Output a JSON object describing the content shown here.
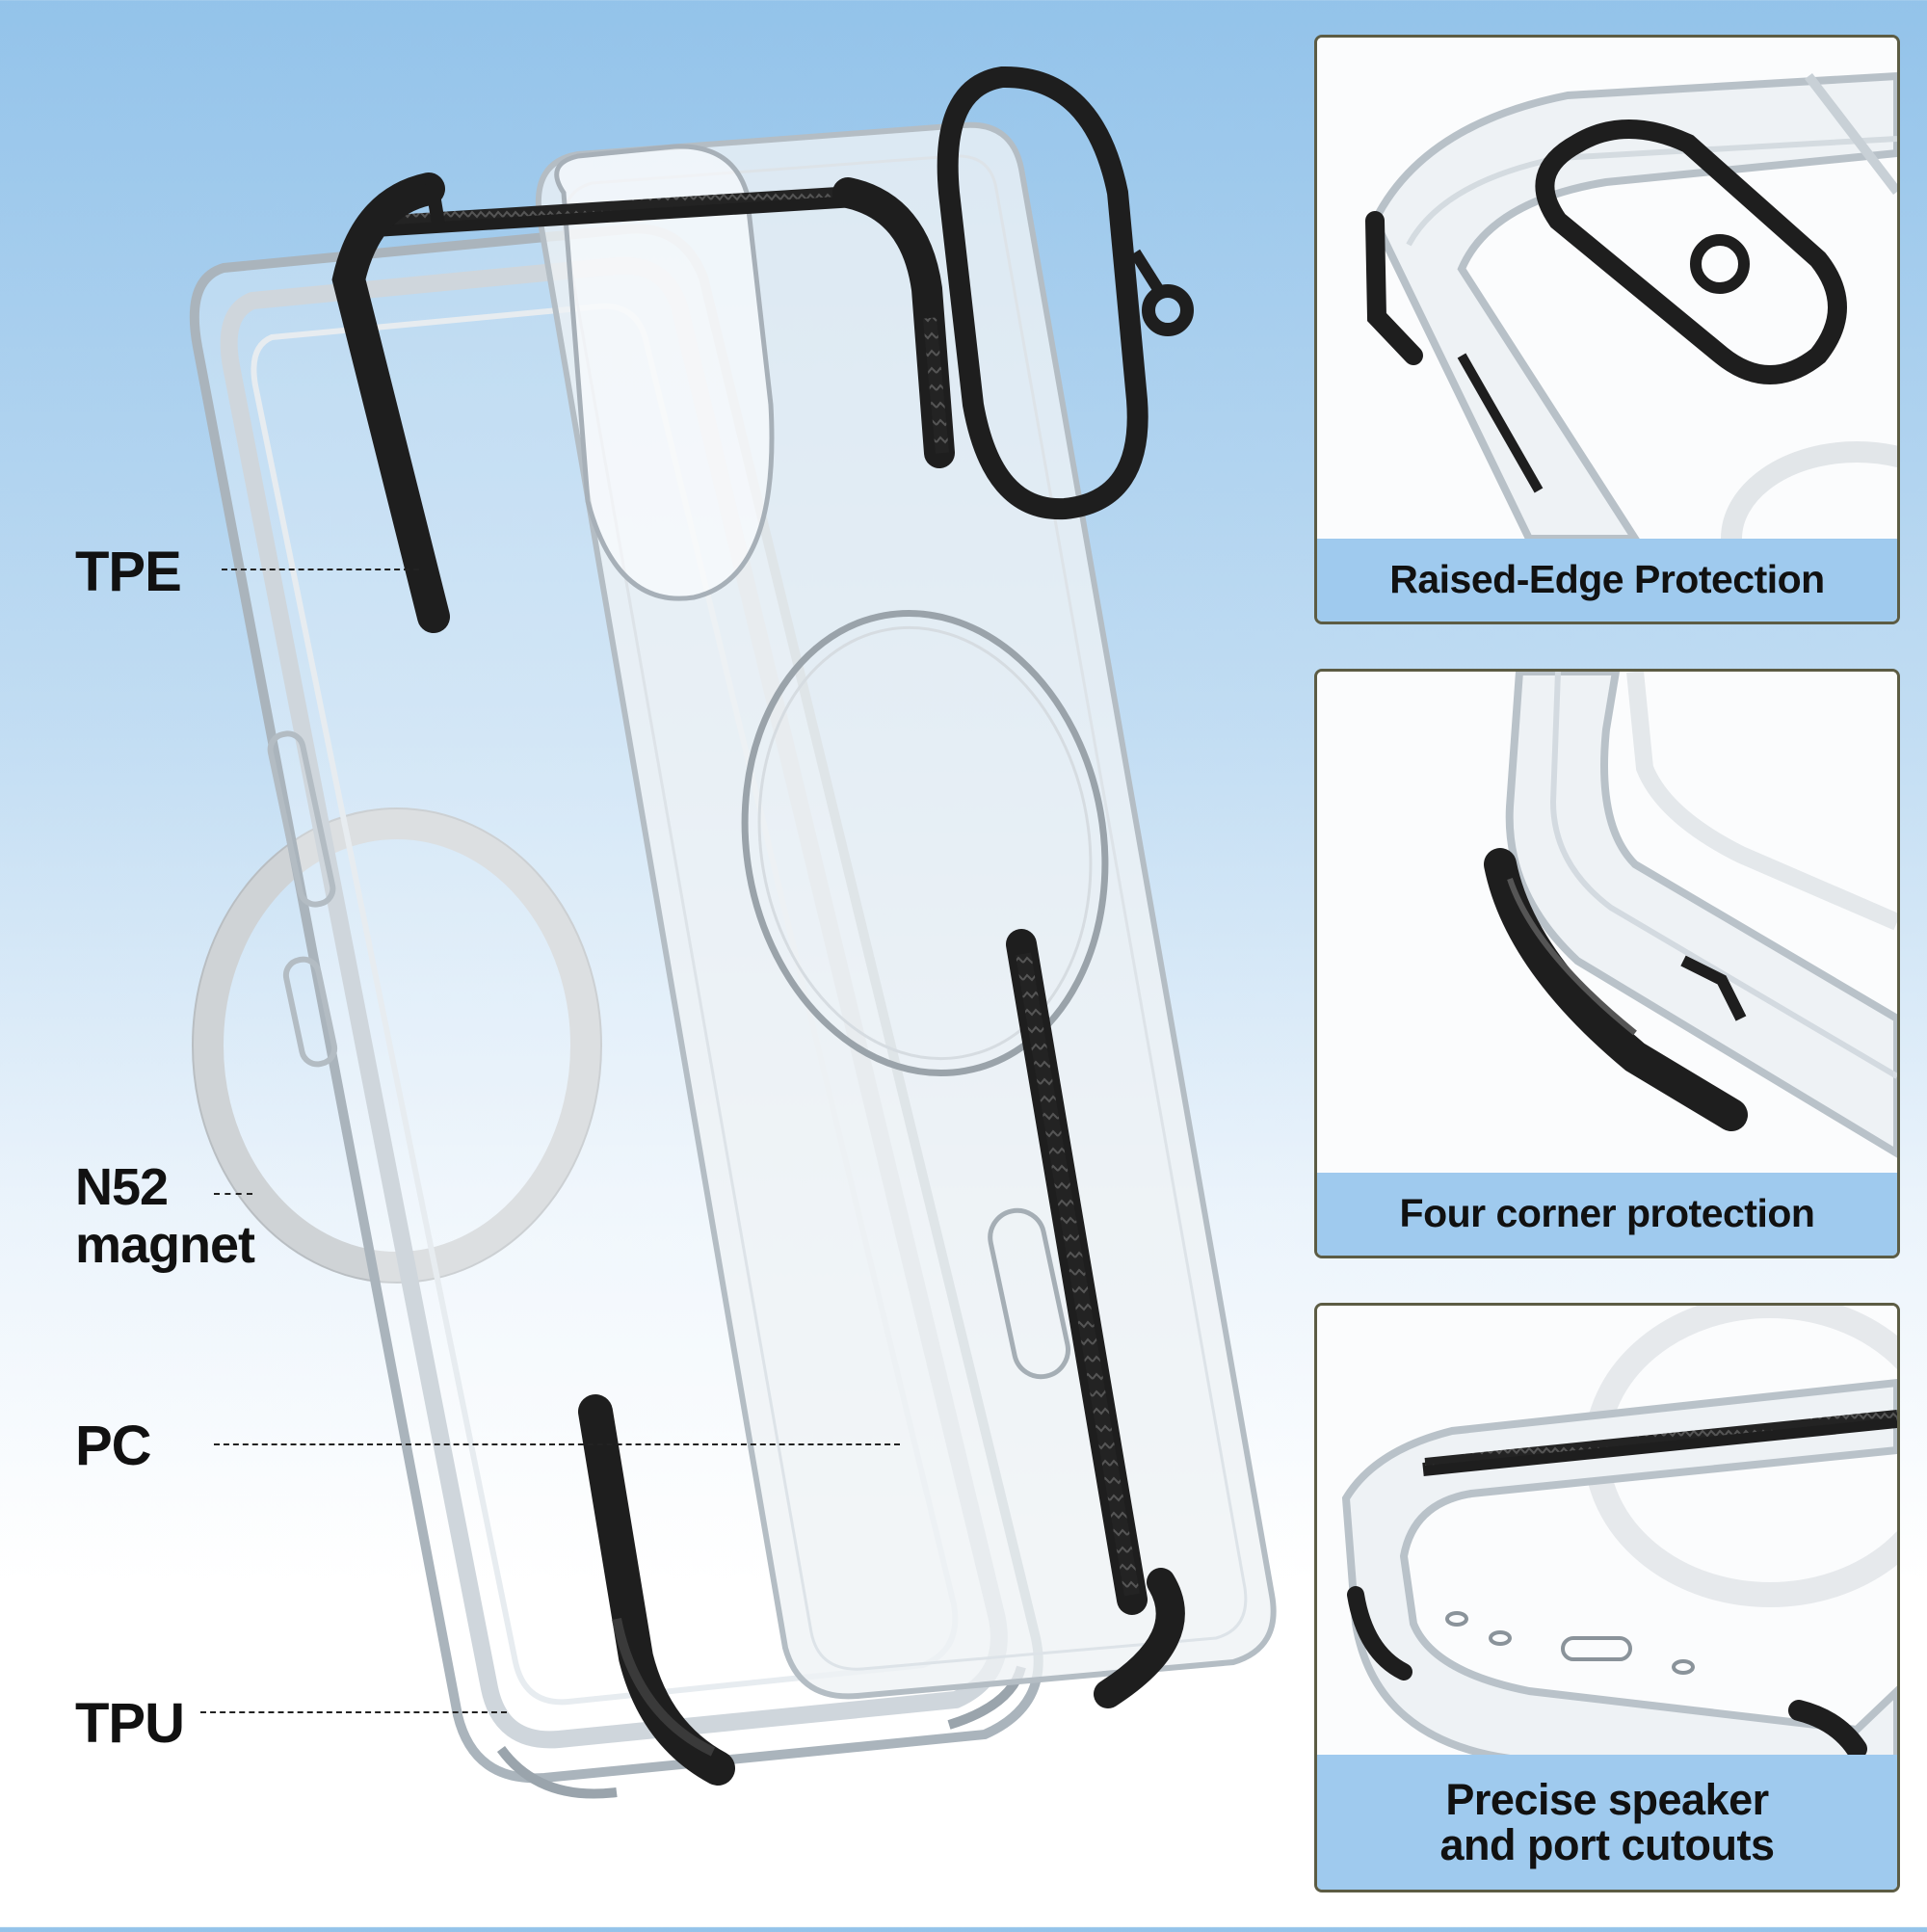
{
  "labels": {
    "tpe": "TPE",
    "magnet_line1": "N52",
    "magnet_line2": "magnet",
    "pc": "PC",
    "tpu": "TPU"
  },
  "features": [
    {
      "caption": "Raised-Edge Protection"
    },
    {
      "caption": "Four corner protection"
    },
    {
      "caption_line1": "Precise speaker",
      "caption_line2": "and port cutouts"
    }
  ],
  "colors": {
    "background_top": "#93c3ea",
    "background_bottom": "#ffffff",
    "caption_bar": "#9fcaee",
    "panel_border": "#5c5c44",
    "tpe_black": "#1e1e1e",
    "clear_edge": "#b9c3cb",
    "magnet_ring": "#cfd3d6"
  }
}
